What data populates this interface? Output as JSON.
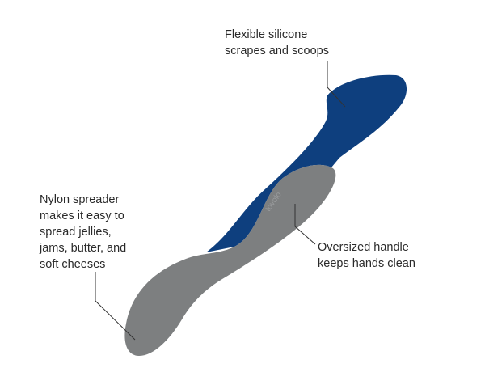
{
  "callouts": {
    "silicone": {
      "lines": [
        "Flexible silicone",
        "scrapes and scoops"
      ]
    },
    "handle": {
      "lines": [
        "Oversized handle",
        "keeps hands clean"
      ]
    },
    "spreader": {
      "lines": [
        "Nylon spreader",
        "makes it easy to",
        "spread jellies,",
        "jams, butter, and",
        "soft cheeses"
      ]
    }
  },
  "product": {
    "logo_text": "tovolo",
    "colors": {
      "silicone": "#0e3f7e",
      "nylon": "#7d7f80",
      "leader_line": "#333333"
    }
  }
}
